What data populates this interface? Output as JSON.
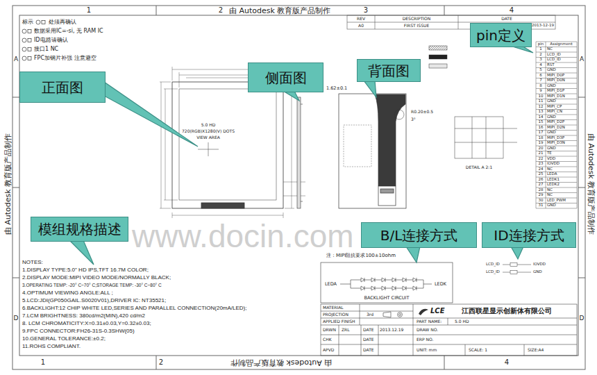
{
  "diagram": {
    "nodes": [
      {
        "text": [
          "pin定义"
        ]
      },
      {
        "text": [
          "背面图"
        ]
      },
      {
        "text": [
          "侧面图"
        ]
      },
      {
        "text": [
          "正面图"
        ]
      },
      {
        "text": [
          "模组规格描述"
        ]
      },
      {
        "text": [
          "B/L连接方式"
        ]
      },
      {
        "text": [
          "ID连接方式"
        ]
      }
    ],
    "labels": [
      "由 Autodesk 教育版产品制作",
      "由 Autodesk 教育版产品制作",
      "由 Autodesk 教育版产品制作",
      "由 Autodesk 教育版产品制作",
      "1",
      "2",
      "3",
      "4",
      "1",
      "2",
      "4",
      "A",
      "A",
      "D",
      "D",
      "www.docin.com",
      "标示",
      "处须再确认",
      "数据采用IC=-si, 无 RAM IC",
      "ID电路请确认",
      "接口1 NC",
      "FPC加钢片补强 注意避空",
      "REV",
      "DESCRIPTION",
      "DATE",
      "A0",
      "FIRST ISSUE",
      "2013-12-19",
      "5.0 HD",
      "720(RGB)X1280(V) DOTS",
      "VIEW AREA",
      "1.62±0.1",
      "R0.20±0.5",
      "3°",
      "DETAIL A 2:1",
      "pin",
      "Assignment",
      "1",
      "NC",
      "2",
      "LCD_ID",
      "3",
      "LCD_ID",
      "4",
      "RST",
      "5",
      "GND",
      "6",
      "MIPI_D0P",
      "7",
      "MIPI_D0N",
      "8",
      "GND",
      "9",
      "MIPI_D1P",
      "10",
      "MIPI_D1N",
      "11",
      "GND",
      "12",
      "MIPI_CP",
      "13",
      "MIPI_CN",
      "14",
      "GND",
      "15",
      "MIPI_D2P",
      "16",
      "MIPI_D2N",
      "17",
      "GND",
      "18",
      "MIPI_D3P",
      "19",
      "MIPI_D3N",
      "20",
      "GND",
      "21",
      "TE",
      "22",
      "VDD",
      "23",
      "IOVDD",
      "24",
      "NC",
      "25",
      "LEDA",
      "26",
      "LEDK1",
      "27",
      "LEDK2",
      "28",
      "NC",
      "29",
      "NC",
      "30",
      "LED_PWM",
      "31",
      "GND",
      "NOTES:",
      "1.DISPLAY TYPE:5.0\" HD IPS,TFT 16.7M COLOR;",
      "2.DISPLAY MODE:MIPI VIDEO MODE/NORMALLY BLACK;",
      "3.OPERATING TEMP: -20° C~70° C;STORAGE TEMP: -30° C~80° C",
      "4.OPTIMUM VIEWING ANGLE:ALL ;",
      "5.LCD:JDI(GP050GAIL.S0020V01),DRIVER IC: NT35521;",
      "6.BACKLIGHT:12 CHIP WHITE LED,SERIES AND PARALLEL CONNECTION(20mA/LED);",
      "7.LCM BRIGHTNESS: 380cd/m2(MIN),420 cd/m2",
      "8. LCM CHROMATICITY:X=0.31±0.03,Y=0.32±0.03;",
      "9.FPC CONNECTOR:FH26-31S-0.3SHW(05)",
      "10.GENERAL TOLERANCE:±0.2;",
      "11.ROHS COMPLIANT.",
      "注：MIPI阻抗要求100±10ohm",
      "LEDA",
      "LEDK",
      "BACKLIGHT CIRCUIT",
      "LCD_ID",
      "LCD_ID",
      "IOVDD",
      "GND",
      "MATERIAL",
      "PROJECTION",
      "3rd",
      "APPLIED FINISH",
      "PART NAME:",
      "5.0 HD",
      "DRWN",
      "ZRL",
      "DATE",
      "2013.12.19",
      "DRAW NO.",
      "CHK",
      "DATE",
      "ERP NO.",
      "APVD",
      "DATE",
      "UNIT: mm",
      "SCALE: 1",
      "SIZE:A4",
      "江西联星显示创新体有限公司",
      "LCE"
    ]
  }
}
